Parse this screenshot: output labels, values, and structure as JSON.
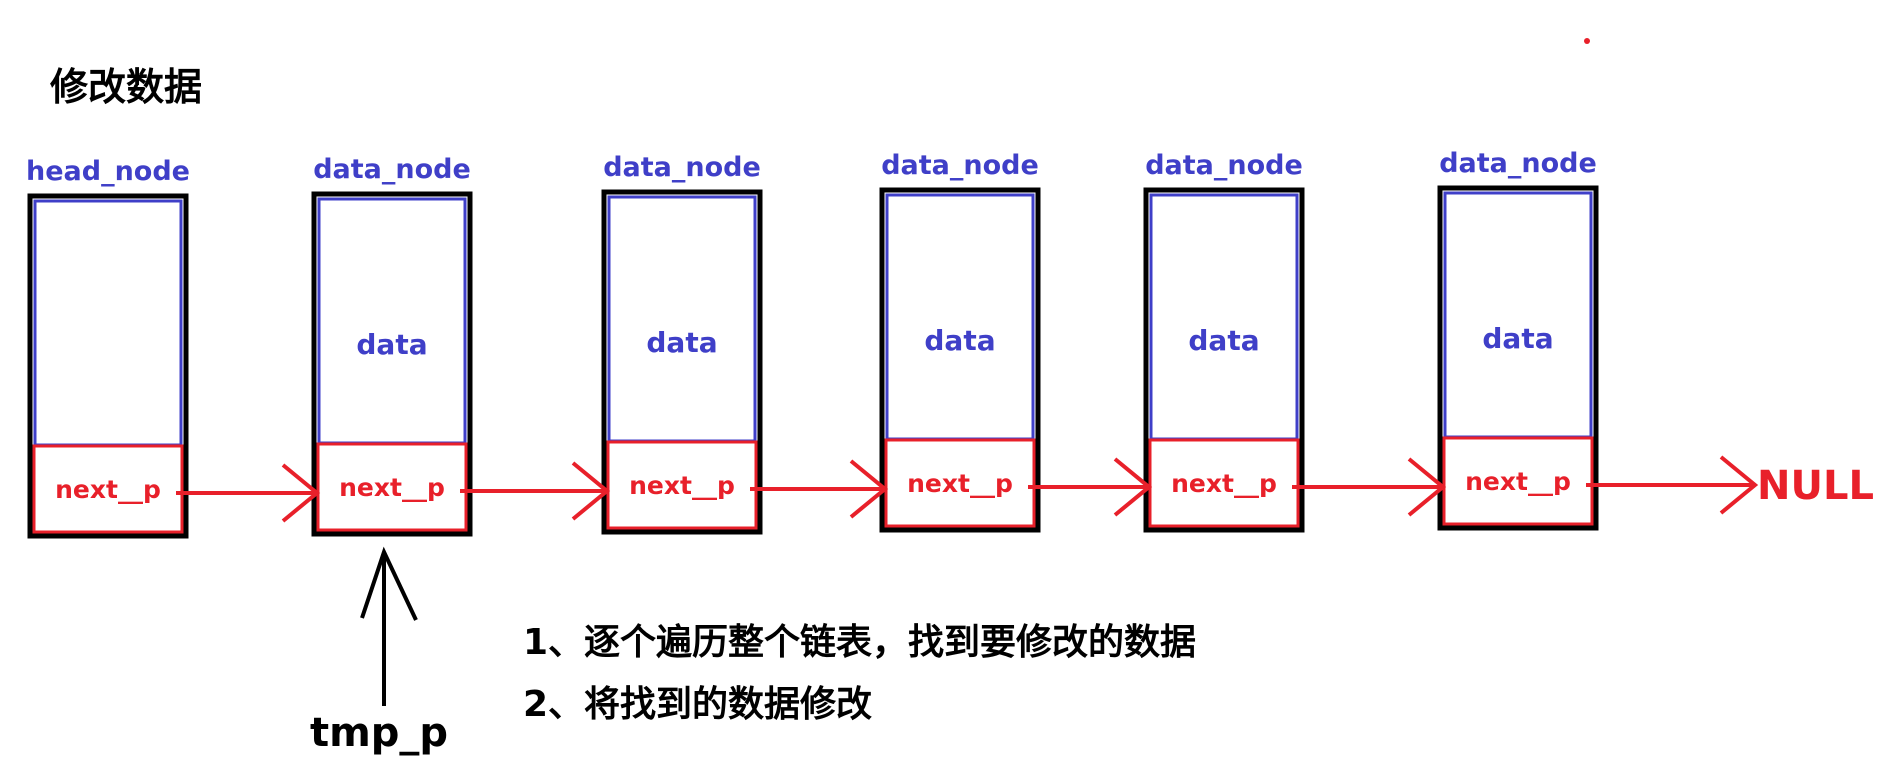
{
  "title": "修改数据",
  "nodes": [
    {
      "label": "head_node",
      "data": "",
      "next": "next__p"
    },
    {
      "label": "data_node",
      "data": "data",
      "next": "next__p"
    },
    {
      "label": "data_node",
      "data": "data",
      "next": "next__p"
    },
    {
      "label": "data_node",
      "data": "data",
      "next": "next__p"
    },
    {
      "label": "data_node",
      "data": "data",
      "next": "next__p"
    },
    {
      "label": "data_node",
      "data": "data",
      "next": "next__p"
    }
  ],
  "null_label": "NULL",
  "pointer_label": "tmp_p",
  "steps": [
    "1、逐个遍历整个链表，找到要修改的数据",
    "2、将找到的数据修改"
  ],
  "colors": {
    "blue": "#3f3fc8",
    "red": "#e8202a",
    "black": "#000000"
  }
}
